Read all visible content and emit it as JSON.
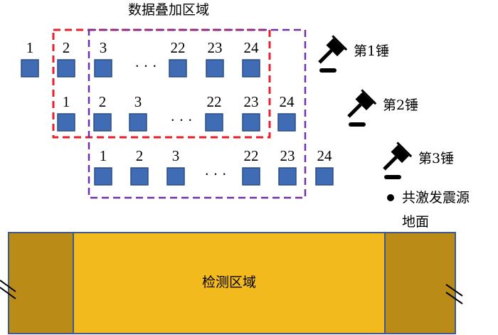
{
  "title": "数据叠加区域",
  "rows": [
    {
      "labels": [
        "1",
        "2",
        "3",
        "22",
        "23",
        "24"
      ],
      "ellipsis": "· · ·"
    },
    {
      "labels": [
        "1",
        "2",
        "3",
        "22",
        "23",
        "24"
      ],
      "ellipsis": "· · ·"
    },
    {
      "labels": [
        "1",
        "2",
        "3",
        "22",
        "23",
        "24"
      ],
      "ellipsis": "· · ·"
    }
  ],
  "hammers": [
    "第1锤",
    "第2锤",
    "第3锤"
  ],
  "legend": {
    "bullet": "共激发震源",
    "ground": "地面"
  },
  "detection_area": "检测区域",
  "colors": {
    "receiver": "#3F6CB4",
    "red_box": "#E8202A",
    "purple_box": "#7030A0",
    "side_ground": "#BA8B17",
    "detect_ground": "#F2BA1D",
    "border": "#3C5A8C"
  }
}
